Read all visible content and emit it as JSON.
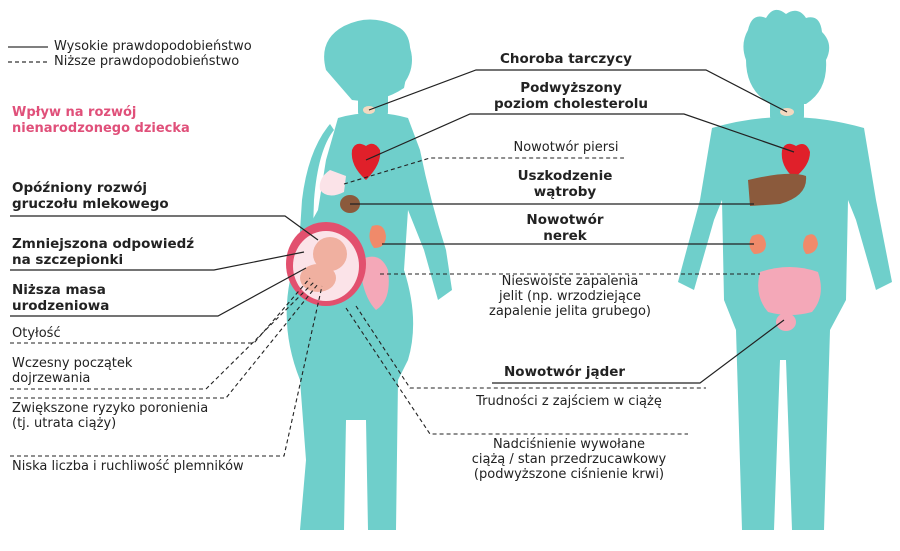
{
  "legend": {
    "solid": "Wysokie prawdopodobieństwo",
    "dashed": "Niższe prawdopodobieństwo"
  },
  "section_title": "Wpływ na rozwój\nnienarodzonego dziecka",
  "child_effects": [
    "Opóźniony rozwój\ngruczołu mlekowego",
    "Zmniejszona odpowiedź\nna szczepionki",
    "Niższa masa\nurodzeniowa",
    "Otyłość",
    "Wczesny początek\ndojrzewania",
    "Zwiększone ryzyko poronienia\n(tj. utrata ciąży)",
    "Niska liczba i ruchliwość plemników"
  ],
  "adult_effects": {
    "thyroid": "Choroba tarczycy",
    "cholesterol": "Podwyższony\npoziom cholesterolu",
    "breast_cancer": "Nowotwór piersi",
    "liver": "Uszkodzenie\nwątroby",
    "kidney": "Nowotwór\nnerek",
    "colitis": "Nieswoiste zapalenia\njelit (np. wrzodziejące\nzapalenie jelita grubego)",
    "testicular": "Nowotwór jąder",
    "fertility": "Trudności z zajściem w ciążę",
    "hypertension": "Nadciśnienie wywołane\nciążą / stan przedrzucawkowy\n(podwyższone ciśnienie krwi)"
  },
  "colors": {
    "body": "#6fcfcb",
    "heart": "#e0202a",
    "liver": "#8b5a3c",
    "kidney": "#f08a6a",
    "intestine": "#f4a8b8",
    "breast": "#fbe3e8",
    "fetus": "#f0b0a0",
    "uterus": "#e2506e",
    "pink_text": "#e0507a"
  }
}
